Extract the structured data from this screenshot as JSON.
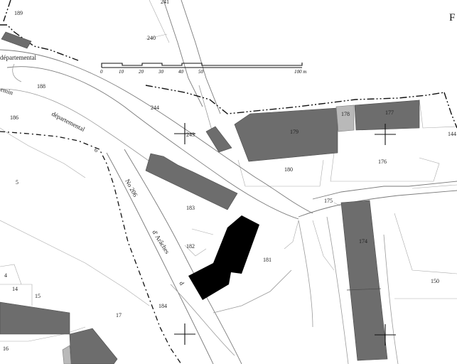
{
  "labels": {
    "p189": "189",
    "p241": "241",
    "p240": "240",
    "p188": "188",
    "p244": "244",
    "p243": "243",
    "p186": "186",
    "p178": "178",
    "p177": "177",
    "p179": "179",
    "p144": "144",
    "p180": "180",
    "p176": "176",
    "p5": "5",
    "p6": "6",
    "p183": "183",
    "p175": "175",
    "p174": "174",
    "p182": "182",
    "p181": "181",
    "p150": "150",
    "p4": "4",
    "p14": "14",
    "p15": "15",
    "p17": "17",
    "p184": "184",
    "p16": "16"
  },
  "roads": {
    "chemin_fragment": "emin",
    "departemental_top": "départemental",
    "departemental": "départemental",
    "route_number": "No 206",
    "route_name": "d' Arâches",
    "route_letter": "d"
  },
  "corner_letter": "F",
  "scale_bar": {
    "ticks": [
      "0",
      "10",
      "20",
      "30",
      "40",
      "50",
      "100 m"
    ]
  }
}
